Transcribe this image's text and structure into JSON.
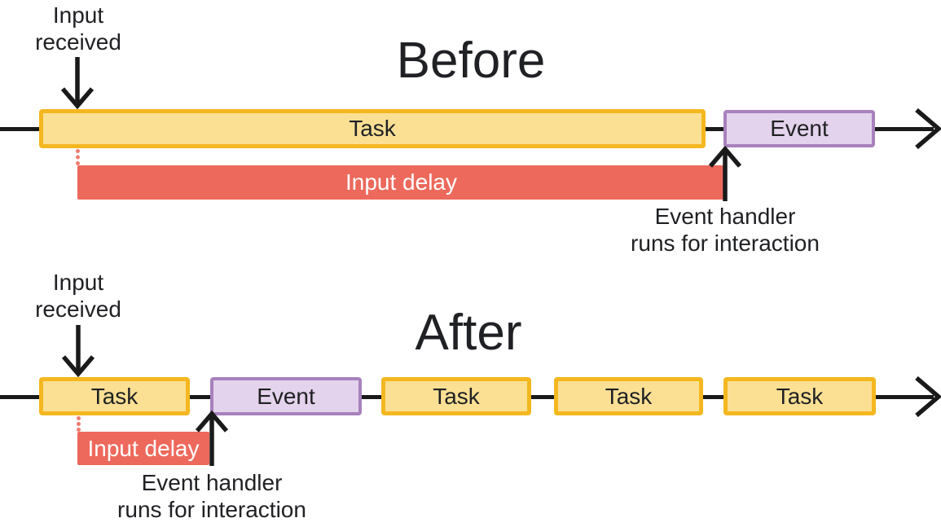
{
  "diagram": {
    "before": {
      "title": "Before",
      "input_received_line1": "Input",
      "input_received_line2": "received",
      "task_label": "Task",
      "event_label": "Event",
      "input_delay_label": "Input delay",
      "event_handler_line1": "Event handler",
      "event_handler_line2": "runs for interaction"
    },
    "after": {
      "title": "After",
      "input_received_line1": "Input",
      "input_received_line2": "received",
      "task_labels": [
        "Task",
        "Task",
        "Task",
        "Task"
      ],
      "event_label": "Event",
      "input_delay_label": "Input delay",
      "event_handler_line1": "Event handler",
      "event_handler_line2": "runs for interaction"
    },
    "colors": {
      "task_fill": "#FBE094",
      "task_border": "#F4B71F",
      "event_fill": "#E3D3EC",
      "event_border": "#A881BD",
      "input_delay_fill": "#ED695C",
      "dotted_connector": "#EE7C6F",
      "text": "#202124",
      "arrow": "#1A1A1A",
      "background": "#FFFFFF"
    }
  }
}
